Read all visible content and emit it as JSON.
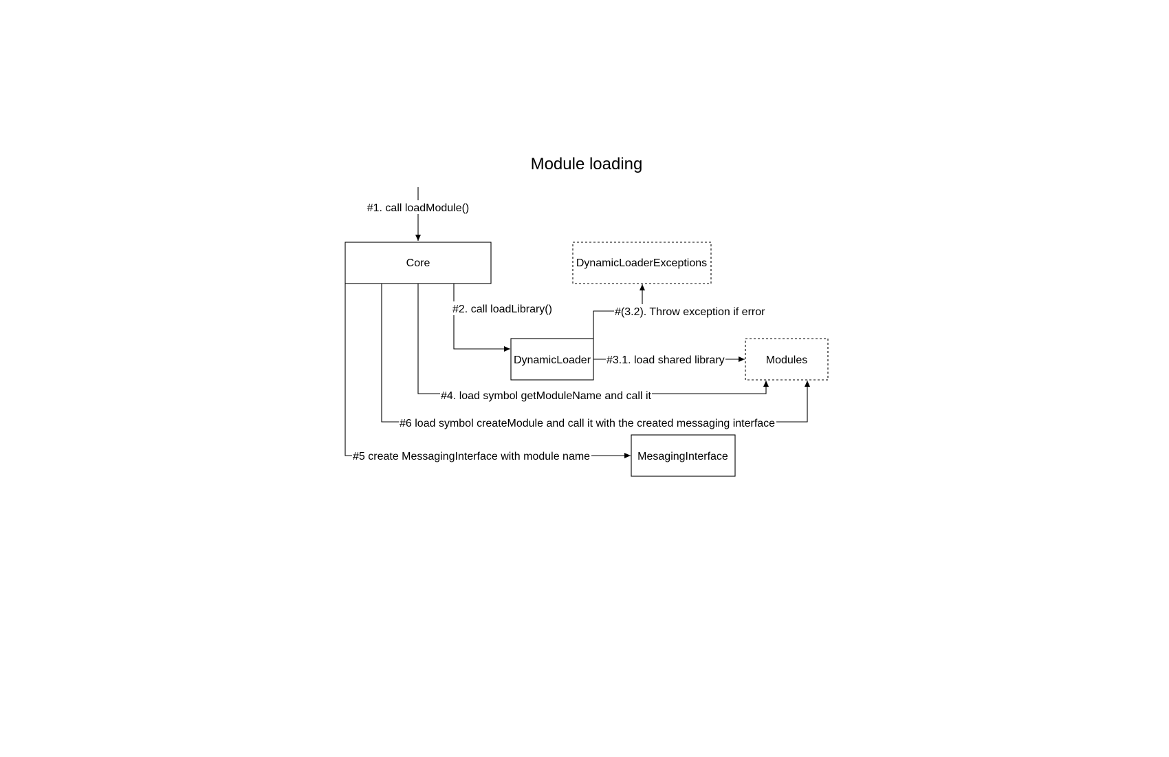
{
  "title": "Module loading",
  "nodes": {
    "core": "Core",
    "dynamic_loader": "DynamicLoader",
    "dynamic_loader_exceptions": "DynamicLoaderExceptions",
    "modules": "Modules",
    "messaging_interface": "MesagingInterface"
  },
  "edges": {
    "step1": "#1. call loadModule()",
    "step2": "#2. call loadLibrary()",
    "step3_1": "#3.1. load shared library",
    "step3_2": "#(3.2). Throw exception if error",
    "step4": "#4. load symbol getModuleName and call it",
    "step5": "#5 create MessagingInterface with module name",
    "step6": "#6 load symbol createModule and call it with the created messaging interface"
  }
}
